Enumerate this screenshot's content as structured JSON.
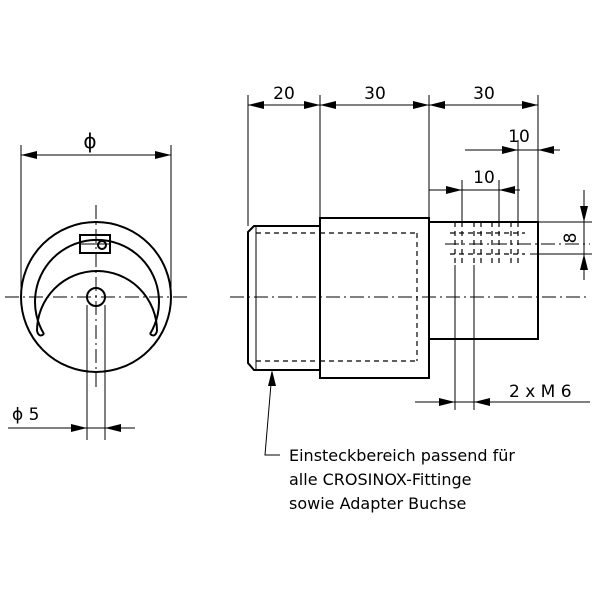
{
  "dimensions": {
    "diameter_symbol": "ϕ",
    "small_diameter": "ϕ 5",
    "seg_20": "20",
    "seg_30a": "30",
    "seg_30b": "30",
    "seg_10a": "10",
    "seg_10b": "10",
    "height_8": "8",
    "thread": "2 x M 6"
  },
  "note": {
    "line1": "Einsteckbereich passend  für",
    "line2": "alle CROSINOX-Fittinge",
    "line3": "sowie Adapter Buchse"
  }
}
